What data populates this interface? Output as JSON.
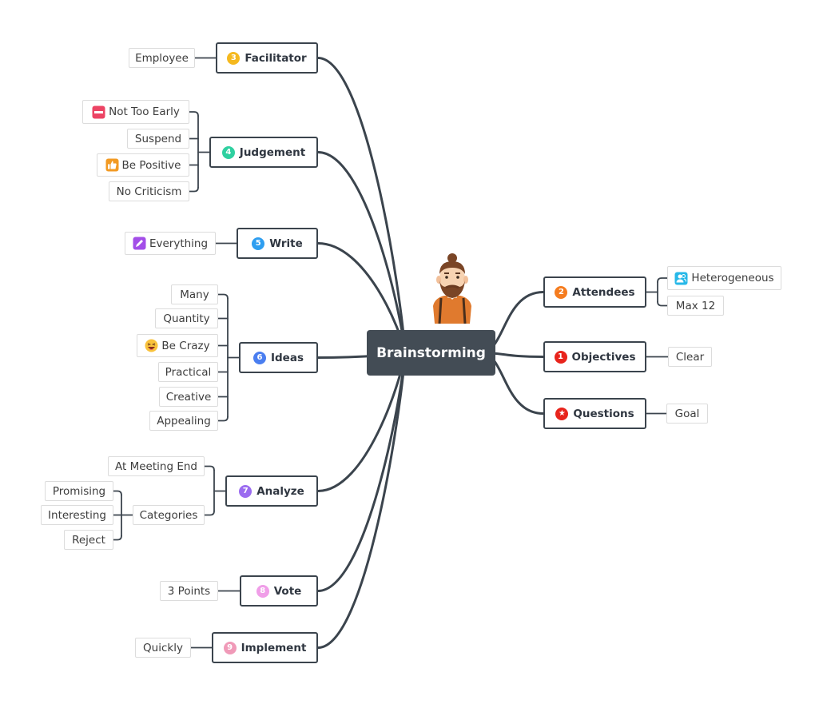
{
  "root": {
    "label": "Brainstorming"
  },
  "topics": [
    {
      "id": "facilitator",
      "label": "Facilitator",
      "number": "3",
      "color": "#f5b91f",
      "leaves": [
        {
          "label": "Employee"
        }
      ]
    },
    {
      "id": "judgement",
      "label": "Judgement",
      "number": "4",
      "color": "#2fd0a0",
      "leaves": [
        {
          "label": "Not Too Early",
          "icon": "minus-icon"
        },
        {
          "label": "Suspend"
        },
        {
          "label": "Be Positive",
          "icon": "thumbs-up-icon"
        },
        {
          "label": "No Criticism"
        }
      ]
    },
    {
      "id": "write",
      "label": "Write",
      "number": "5",
      "color": "#2e9ef0",
      "leaves": [
        {
          "label": "Everything",
          "icon": "pencil-icon"
        }
      ]
    },
    {
      "id": "ideas",
      "label": "Ideas",
      "number": "6",
      "color": "#4a7ef0",
      "leaves": [
        {
          "label": "Many"
        },
        {
          "label": "Quantity"
        },
        {
          "label": "Be Crazy",
          "icon": "laughing-face-icon"
        },
        {
          "label": "Practical"
        },
        {
          "label": "Creative"
        },
        {
          "label": "Appealing"
        }
      ]
    },
    {
      "id": "analyze",
      "label": "Analyze",
      "number": "7",
      "color": "#9b6cf0",
      "leaves": [
        {
          "label": "At Meeting End"
        },
        {
          "label": "Categories",
          "children": [
            {
              "label": "Promising"
            },
            {
              "label": "Interesting"
            },
            {
              "label": "Reject"
            }
          ]
        }
      ]
    },
    {
      "id": "vote",
      "label": "Vote",
      "number": "8",
      "color": "#f09ee8",
      "leaves": [
        {
          "label": "3 Points"
        }
      ]
    },
    {
      "id": "implement",
      "label": "Implement",
      "number": "9",
      "color": "#f09ab8",
      "leaves": [
        {
          "label": "Quickly"
        }
      ]
    },
    {
      "id": "attendees",
      "label": "Attendees",
      "number": "2",
      "color": "#f57c1f",
      "leaves": [
        {
          "label": "Heterogeneous",
          "icon": "people-icon"
        },
        {
          "label": "Max 12"
        }
      ]
    },
    {
      "id": "objectives",
      "label": "Objectives",
      "number": "1",
      "color": "#e8241c",
      "leaves": [
        {
          "label": "Clear"
        }
      ]
    },
    {
      "id": "questions",
      "label": "Questions",
      "number": "★",
      "color": "#e8241c",
      "leaves": [
        {
          "label": "Goal"
        }
      ]
    }
  ]
}
